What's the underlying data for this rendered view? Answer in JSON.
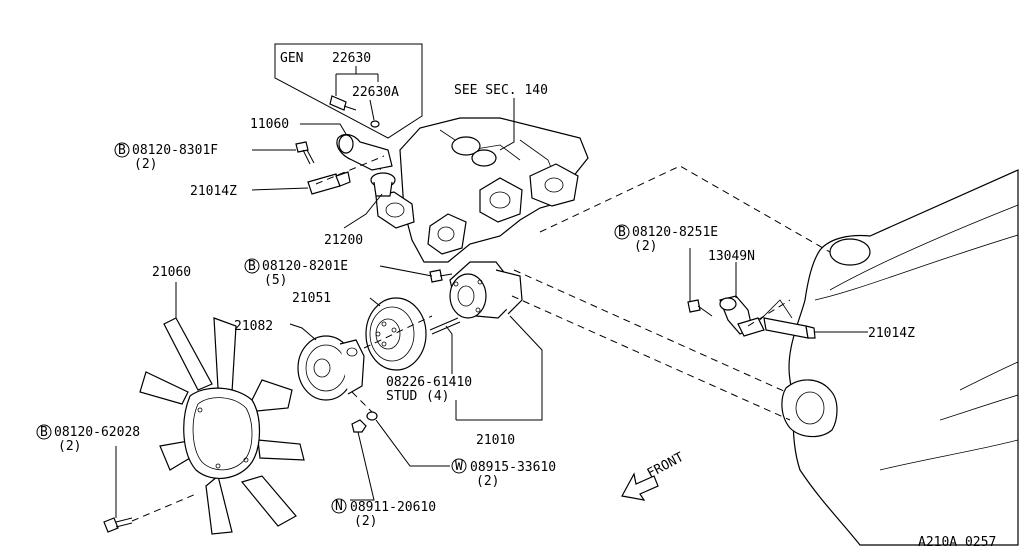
{
  "labels": {
    "gen": "GEN",
    "p22630": "22630",
    "p22630a": "22630A",
    "see_sec": "SEE SEC. 140",
    "p11060": "11060",
    "bolt_8301f": "08120-8301F",
    "bolt_8301f_qty": "(2)",
    "p21014z_left": "21014Z",
    "p21200": "21200",
    "bolt_8251e": "08120-8251E",
    "bolt_8251e_qty": "(2)",
    "p13049n": "13049N",
    "p21014z_right": "21014Z",
    "p21060": "21060",
    "bolt_8201e": "08120-8201E",
    "bolt_8201e_qty": "(5)",
    "p21051": "21051",
    "p21082": "21082",
    "stud_part": "08226-61410",
    "stud_label": "STUD",
    "stud_qty": "(4)",
    "p21010": "21010",
    "bolt_62028": "08120-62028",
    "bolt_62028_qty": "(2)",
    "washer_part": "08915-33610",
    "washer_qty": "(2)",
    "nut_part": "08911-20610",
    "nut_qty": "(2)",
    "front": "FRONT",
    "drawing_id": "A210A 0257"
  },
  "prefix_marks": {
    "bolt": "B",
    "washer": "W",
    "nut": "N"
  },
  "colors": {
    "ink": "#000000",
    "paper": "#ffffff"
  }
}
